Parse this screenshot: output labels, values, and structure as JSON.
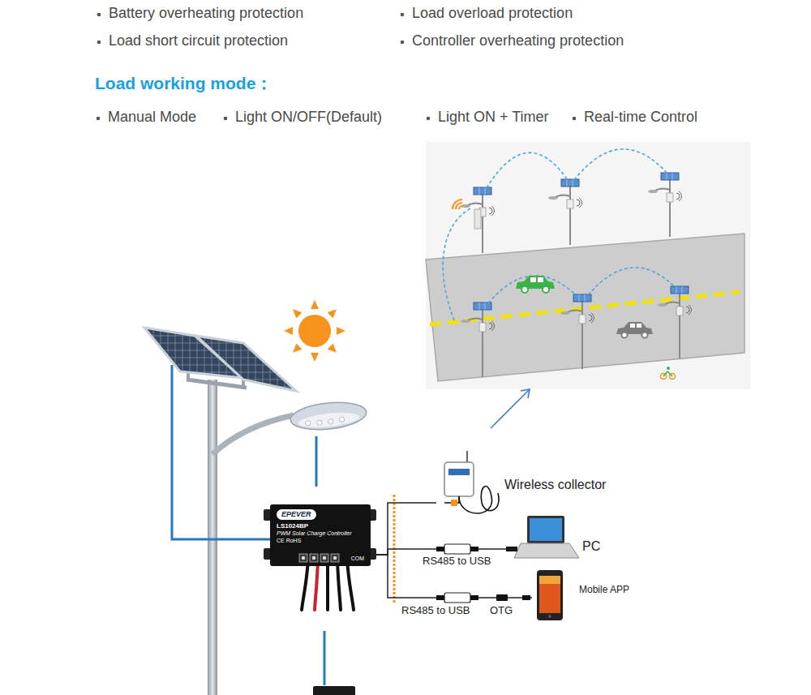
{
  "diagram": {
    "title": "Load working mode：",
    "nodes": [
      {
        "text": [
          "EPEVER",
          "LS1024BP",
          "PWM Solar Charge Controller",
          "CE RoHS",
          "COM"
        ]
      },
      {
        "text": [
          "Wireless collector"
        ]
      },
      {
        "text": [
          "PC"
        ]
      },
      {
        "text": [
          "Mobile APP"
        ]
      }
    ],
    "edges": [
      {
        "from": 0,
        "to": 1,
        "arrow": "none"
      },
      {
        "from": 0,
        "to": 2,
        "label": "RS485 to USB",
        "arrow": "none"
      },
      {
        "from": 0,
        "to": 3,
        "label": "RS485 to USB",
        "arrow": "none"
      }
    ],
    "labels": [
      "Battery overheating protection",
      "Load overload protection",
      "Load short circuit protection",
      "Controller overheating protection",
      "Manual Mode",
      "Light ON/OFF(Default)",
      "Light ON + Timer",
      "Real-time Control",
      "OTG"
    ]
  }
}
